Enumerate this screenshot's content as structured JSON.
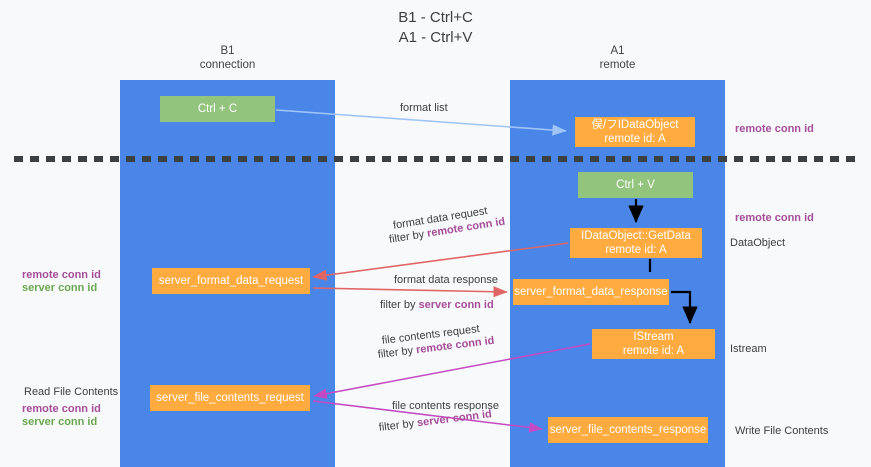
{
  "title": {
    "line1": "B1 - Ctrl+C",
    "line2": "A1 - Ctrl+V"
  },
  "lanes": [
    {
      "id": "b1",
      "name": "B1",
      "role": "connection",
      "color": "#4a86e8"
    },
    {
      "id": "a1",
      "name": "A1",
      "role": "remote",
      "color": "#4a86e8"
    }
  ],
  "nodes": {
    "ctrl_c": {
      "label": "Ctrl + C",
      "color": "#93c47d",
      "lane": "b1"
    },
    "idataobject": {
      "line1": "俣/フIDataObject",
      "line2": "remote id: A",
      "color": "#ffab40",
      "lane": "a1"
    },
    "ctrl_v": {
      "label": "Ctrl + V",
      "color": "#93c47d",
      "lane": "a1"
    },
    "getdata": {
      "line1": "IDataObject::GetData",
      "line2": "remote id: A",
      "color": "#ffab40",
      "lane": "a1"
    },
    "sfd_request": {
      "label": "server_format_data_request",
      "color": "#ffab40",
      "lane": "b1"
    },
    "sfd_response": {
      "label": "server_format_data_response",
      "color": "#ffab40",
      "lane": "a1"
    },
    "istream": {
      "line1": "IStream",
      "line2": "remote id: A",
      "color": "#ffab40",
      "lane": "a1"
    },
    "sfc_request": {
      "label": "server_file_contents_request",
      "color": "#ffab40",
      "lane": "b1"
    },
    "sfc_response": {
      "label": "server_file_contents_response",
      "color": "#ffab40",
      "lane": "a1"
    }
  },
  "edge_labels": {
    "format_list": "format list",
    "format_data_request": "format data request",
    "format_data_request_filter_prefix": "filter by ",
    "format_data_request_filter_key": "remote conn id",
    "format_data_response": "format data response",
    "format_data_response_filter_prefix": "filter by ",
    "format_data_response_filter_key": "server conn id",
    "file_contents_request": "file contents request",
    "file_contents_request_filter_prefix": "filter by ",
    "file_contents_request_filter_key": "remote conn id",
    "file_contents_response": "file contents response",
    "file_contents_response_filter_prefix": "filter by ",
    "file_contents_response_filter_key": "server conn id"
  },
  "annotations": {
    "right_remote_conn_id_top": "remote conn id",
    "right_remote_conn_id_mid": "remote conn id",
    "right_dataobject": "DataObject",
    "right_istream": "Istream",
    "right_write_file_contents": "Write File Contents",
    "left_remote_conn_id_mid": "remote conn id",
    "left_server_conn_id_mid": "server conn id",
    "left_read_file_contents": "Read File Contents",
    "left_remote_conn_id_bottom": "remote conn id",
    "left_server_conn_id_bottom": "server conn id"
  },
  "colors": {
    "lane": "#4a86e8",
    "green_node": "#93c47d",
    "orange_node": "#ffab40",
    "conn_purple": "#a64d9a",
    "conn_green": "#6aa84f",
    "arrow_format_list": "#9fc5f8",
    "arrow_format_data": "#e06666",
    "arrow_file_contents": "#c44ac4",
    "arrow_black": "#000000",
    "divider": "#3c4043",
    "background": "#f8f9fa"
  }
}
